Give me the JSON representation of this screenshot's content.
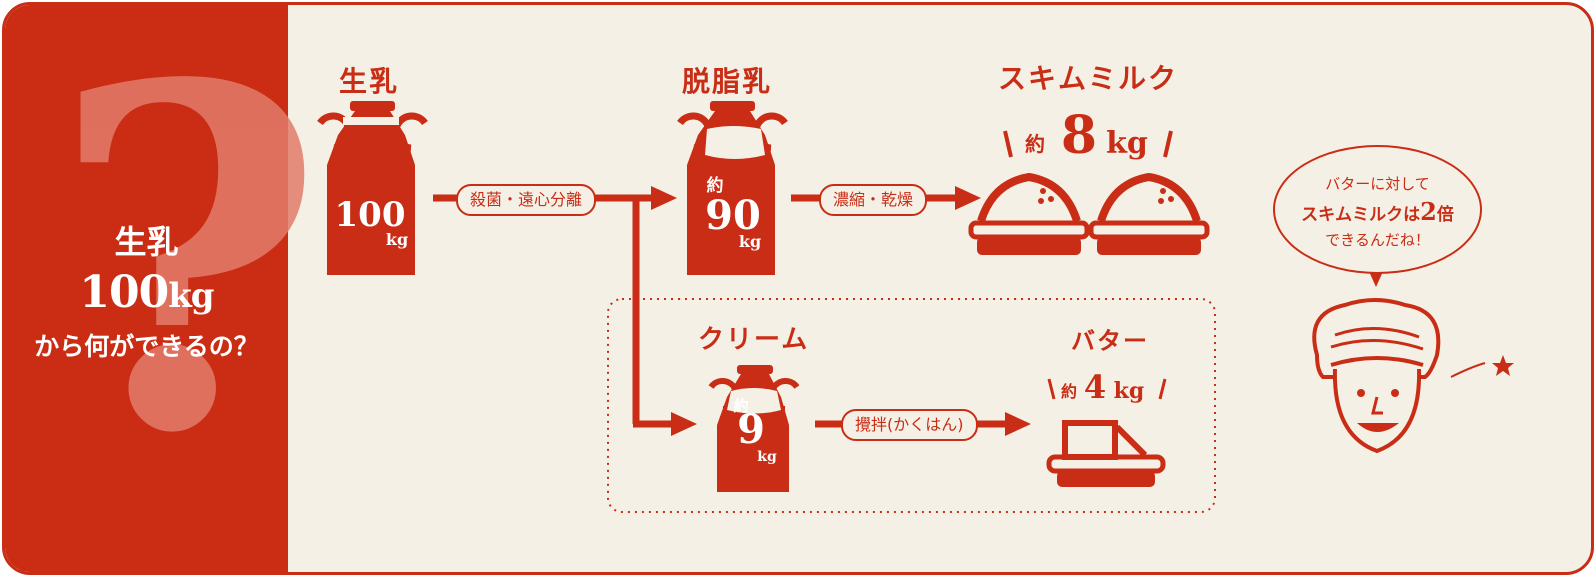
{
  "colors": {
    "accent": "#c92d16",
    "background": "#f4f0e5",
    "panel": "#cb2d14"
  },
  "intro": {
    "question_mark": "?",
    "line1": "生乳",
    "amount_number": "100",
    "amount_unit": "kg",
    "line3": "から何ができるの？"
  },
  "nodes": {
    "raw_milk": {
      "title": "生乳",
      "number": "100",
      "unit": "kg"
    },
    "skim_milk_liquid": {
      "title": "脱脂乳",
      "approx": "約",
      "number": "90",
      "unit": "kg"
    },
    "skim_milk_powder": {
      "title": "スキムミルク",
      "approx": "約",
      "number": "8",
      "unit": "kg"
    },
    "cream": {
      "title": "クリーム",
      "approx": "約",
      "number": "9",
      "unit": "kg"
    },
    "butter": {
      "title": "バター",
      "approx": "約",
      "number": "4",
      "unit": "kg"
    }
  },
  "processes": {
    "separation": "殺菌・遠心分離",
    "drying": "濃縮・乾燥",
    "churning": "攪拌(かくはん)"
  },
  "bubble": {
    "line1": "バターに対して",
    "line2_prefix": "スキムミルクは",
    "line2_number": "2",
    "line2_suffix": "倍",
    "line3": "できるんだね！"
  },
  "icons": [
    "milk-can-icon",
    "milk-powder-pile-icon",
    "butter-block-icon",
    "chef-mascot-icon",
    "star-icon"
  ]
}
